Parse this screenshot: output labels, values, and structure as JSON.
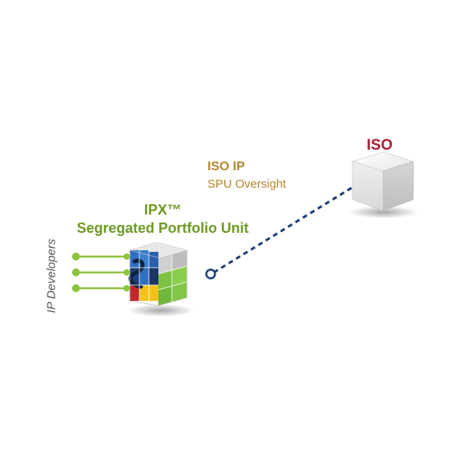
{
  "iso": {
    "label": "ISO"
  },
  "iso_ip": {
    "title": "ISO IP",
    "subtitle": "SPU Oversight"
  },
  "ipx": {
    "title": "IPX™",
    "subtitle": "Segregated Portfolio Unit"
  },
  "developers": {
    "label": "IP Developers"
  },
  "colors": {
    "iso_red": "#b01d32",
    "gold": "#b4862b",
    "green": "#6d9a22",
    "connector_blue": "#1c3f7a",
    "developer_line_green": "#8cc43f",
    "cube_grey": "#d9d9d9"
  },
  "icons": {
    "iso_cube": "iso-cube-icon",
    "portfolio_cube": "portfolio-cube-icon",
    "connector_node": "connector-node-icon"
  }
}
